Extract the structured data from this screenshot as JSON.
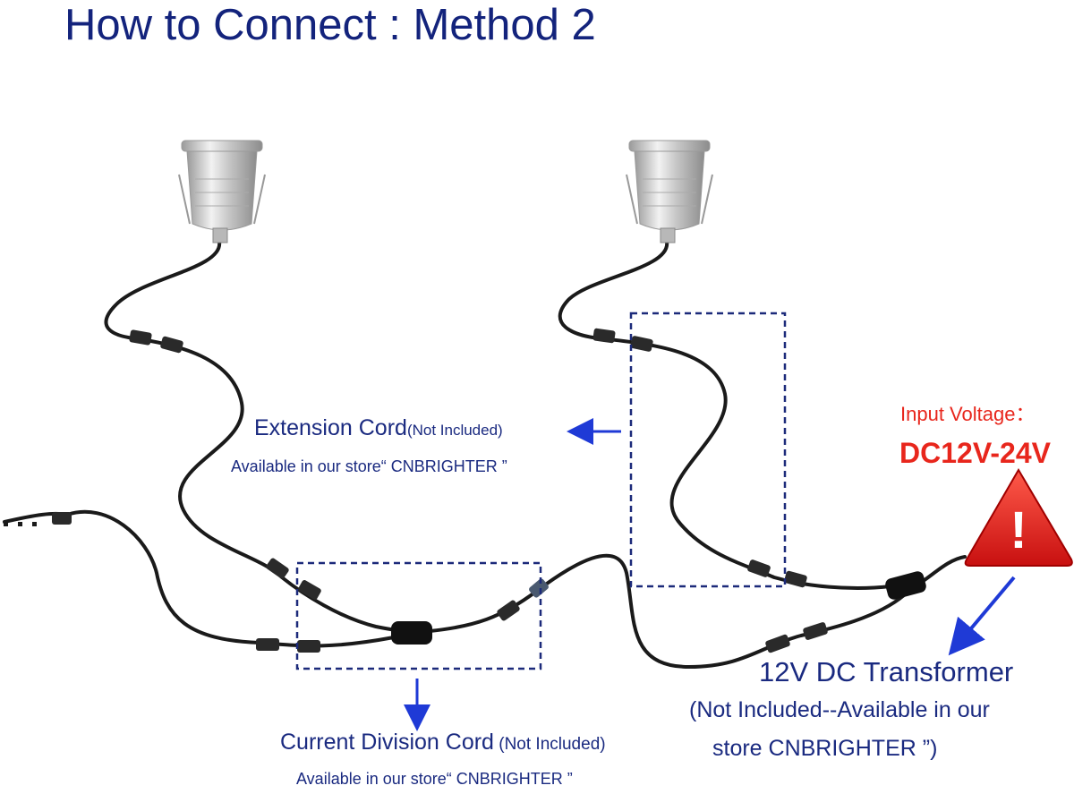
{
  "title": "How to Connect : Method 2",
  "extension_cord": {
    "label": "Extension Cord",
    "note": "(Not Included)",
    "availability": "Available in our store“ CNBRIGHTER ”"
  },
  "current_division_cord": {
    "label": "Current Division Cord",
    "note": " (Not Included)",
    "availability": "Available in our store“ CNBRIGHTER ”"
  },
  "input_voltage": {
    "label": "Input Voltage：",
    "value": "DC12V-24V"
  },
  "transformer": {
    "label": "12V DC Transformer",
    "note_line1": "(Not Included--Available in our",
    "note_line2": "store  CNBRIGHTER ”)",
    "warning_glyph": "!"
  },
  "colors": {
    "title": "#13237c",
    "label_text": "#1a2a80",
    "voltage_red": "#e8261c",
    "arrow_blue": "#1f3ad6",
    "dashed_box": "#1c2a7a",
    "cable": "#1a1a1a",
    "warning_red": "#e02020"
  },
  "icons": [
    "downlight-fixture-icon",
    "connector-icon",
    "splitter-icon",
    "warning-triangle-icon",
    "arrow-icon"
  ]
}
